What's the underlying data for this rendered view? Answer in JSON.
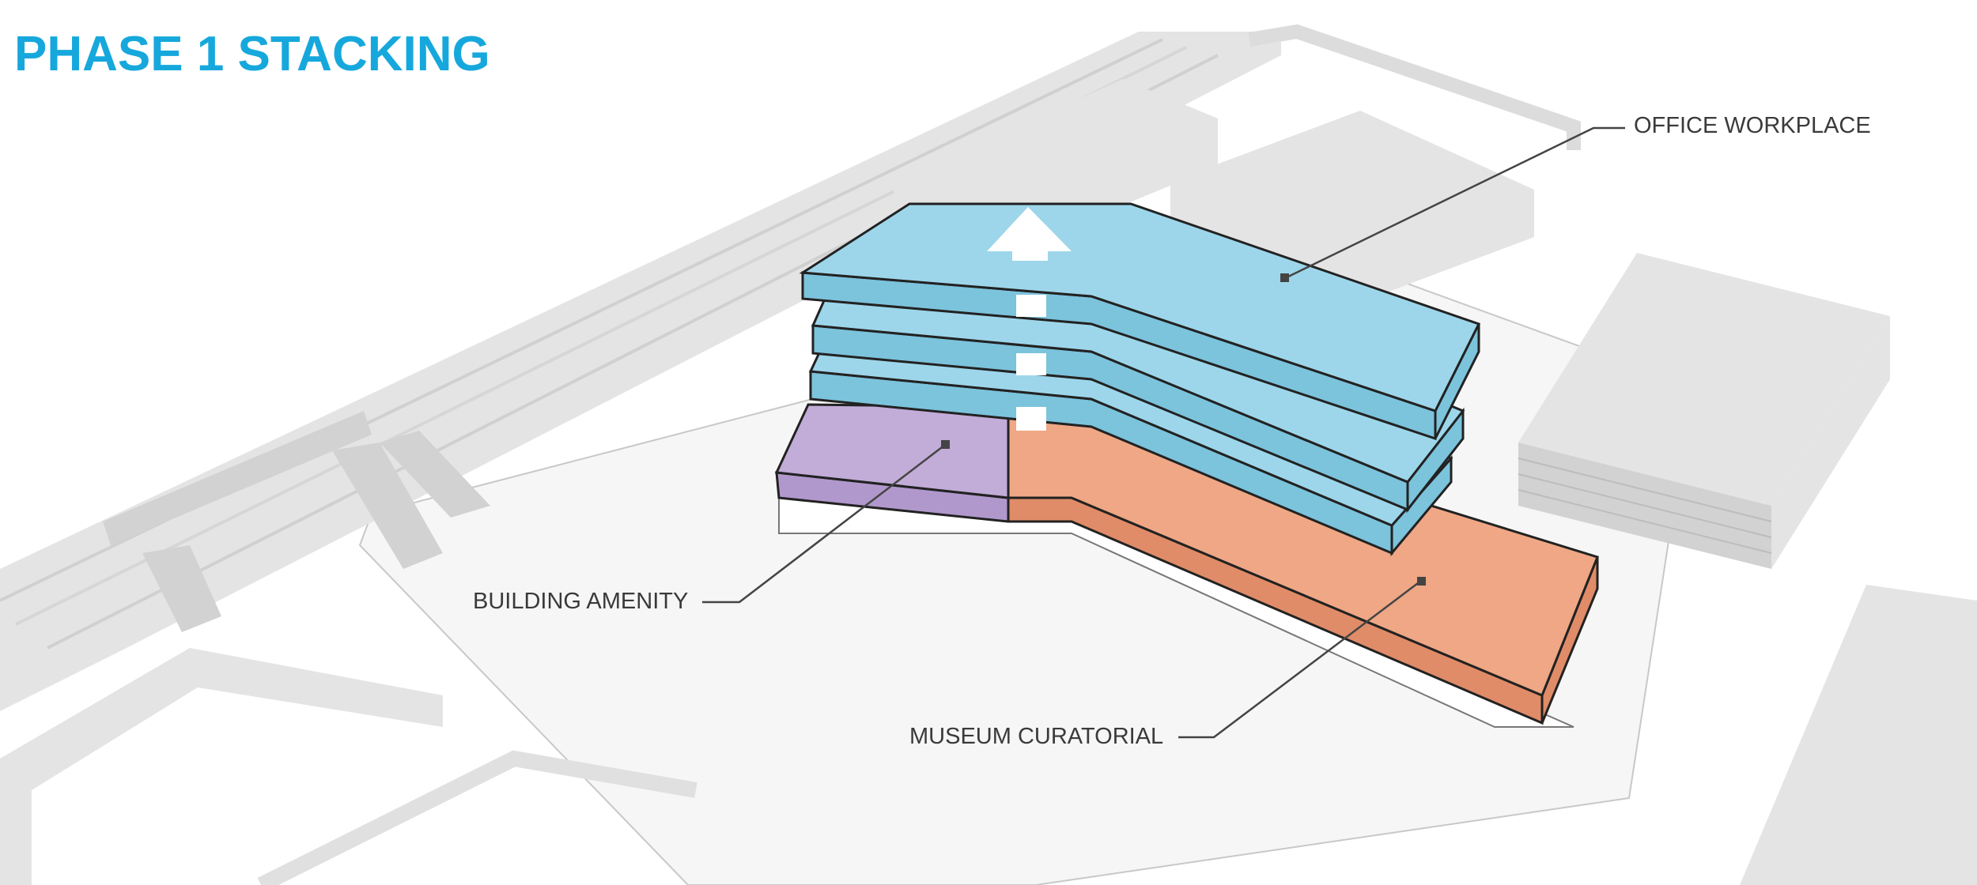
{
  "title": "PHASE 1 STACKING",
  "colors": {
    "title": "#16a8dc",
    "office": "#9dd6ea",
    "office_side": "#7cc3dc",
    "amenity": "#c2acd8",
    "amenity_side": "#b198cc",
    "museum": "#efa785",
    "museum_side": "#e08c68",
    "context": "#e4e4e4",
    "context_dark": "#d2d2d2",
    "ground": "#f6f6f6",
    "leader": "#444444"
  },
  "labels": {
    "office": "OFFICE WORKPLACE",
    "amenity": "BUILDING AMENITY",
    "museum": "MUSEUM CURATORIAL"
  },
  "icons": {
    "stack_arrow": "up-arrow-icon",
    "leader_marker": "square-dot-icon"
  }
}
